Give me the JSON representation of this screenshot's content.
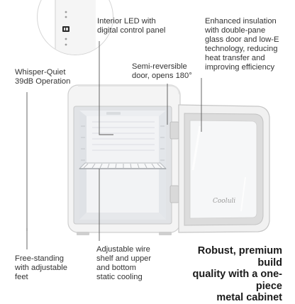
{
  "features": {
    "led": "Interior LED with\ndigital control panel",
    "insulation": "Enhanced insulation\nwith double-pane\nglass door and low-E\ntechnology, reducing\nheat transfer and\nimproving efficiency",
    "quiet": "Whisper-Quiet\n39dB Operation",
    "door": "Semi-reversible\ndoor, opens 180°",
    "feet": "Free-standing\nwith adjustable\nfeet",
    "shelf": "Adjustable wire\nshelf and upper\nand bottom\nstatic cooling",
    "headline": "Robust, premium build\nquality with a one-piece\nmetal cabinet"
  },
  "product": {
    "door_logo": "Cooluli"
  },
  "colors": {
    "cabinet": "#f3f3f3",
    "interior": "#e9ebee",
    "door_gasket": "#dadada",
    "callout_line": "#555555",
    "text": "#333333"
  }
}
